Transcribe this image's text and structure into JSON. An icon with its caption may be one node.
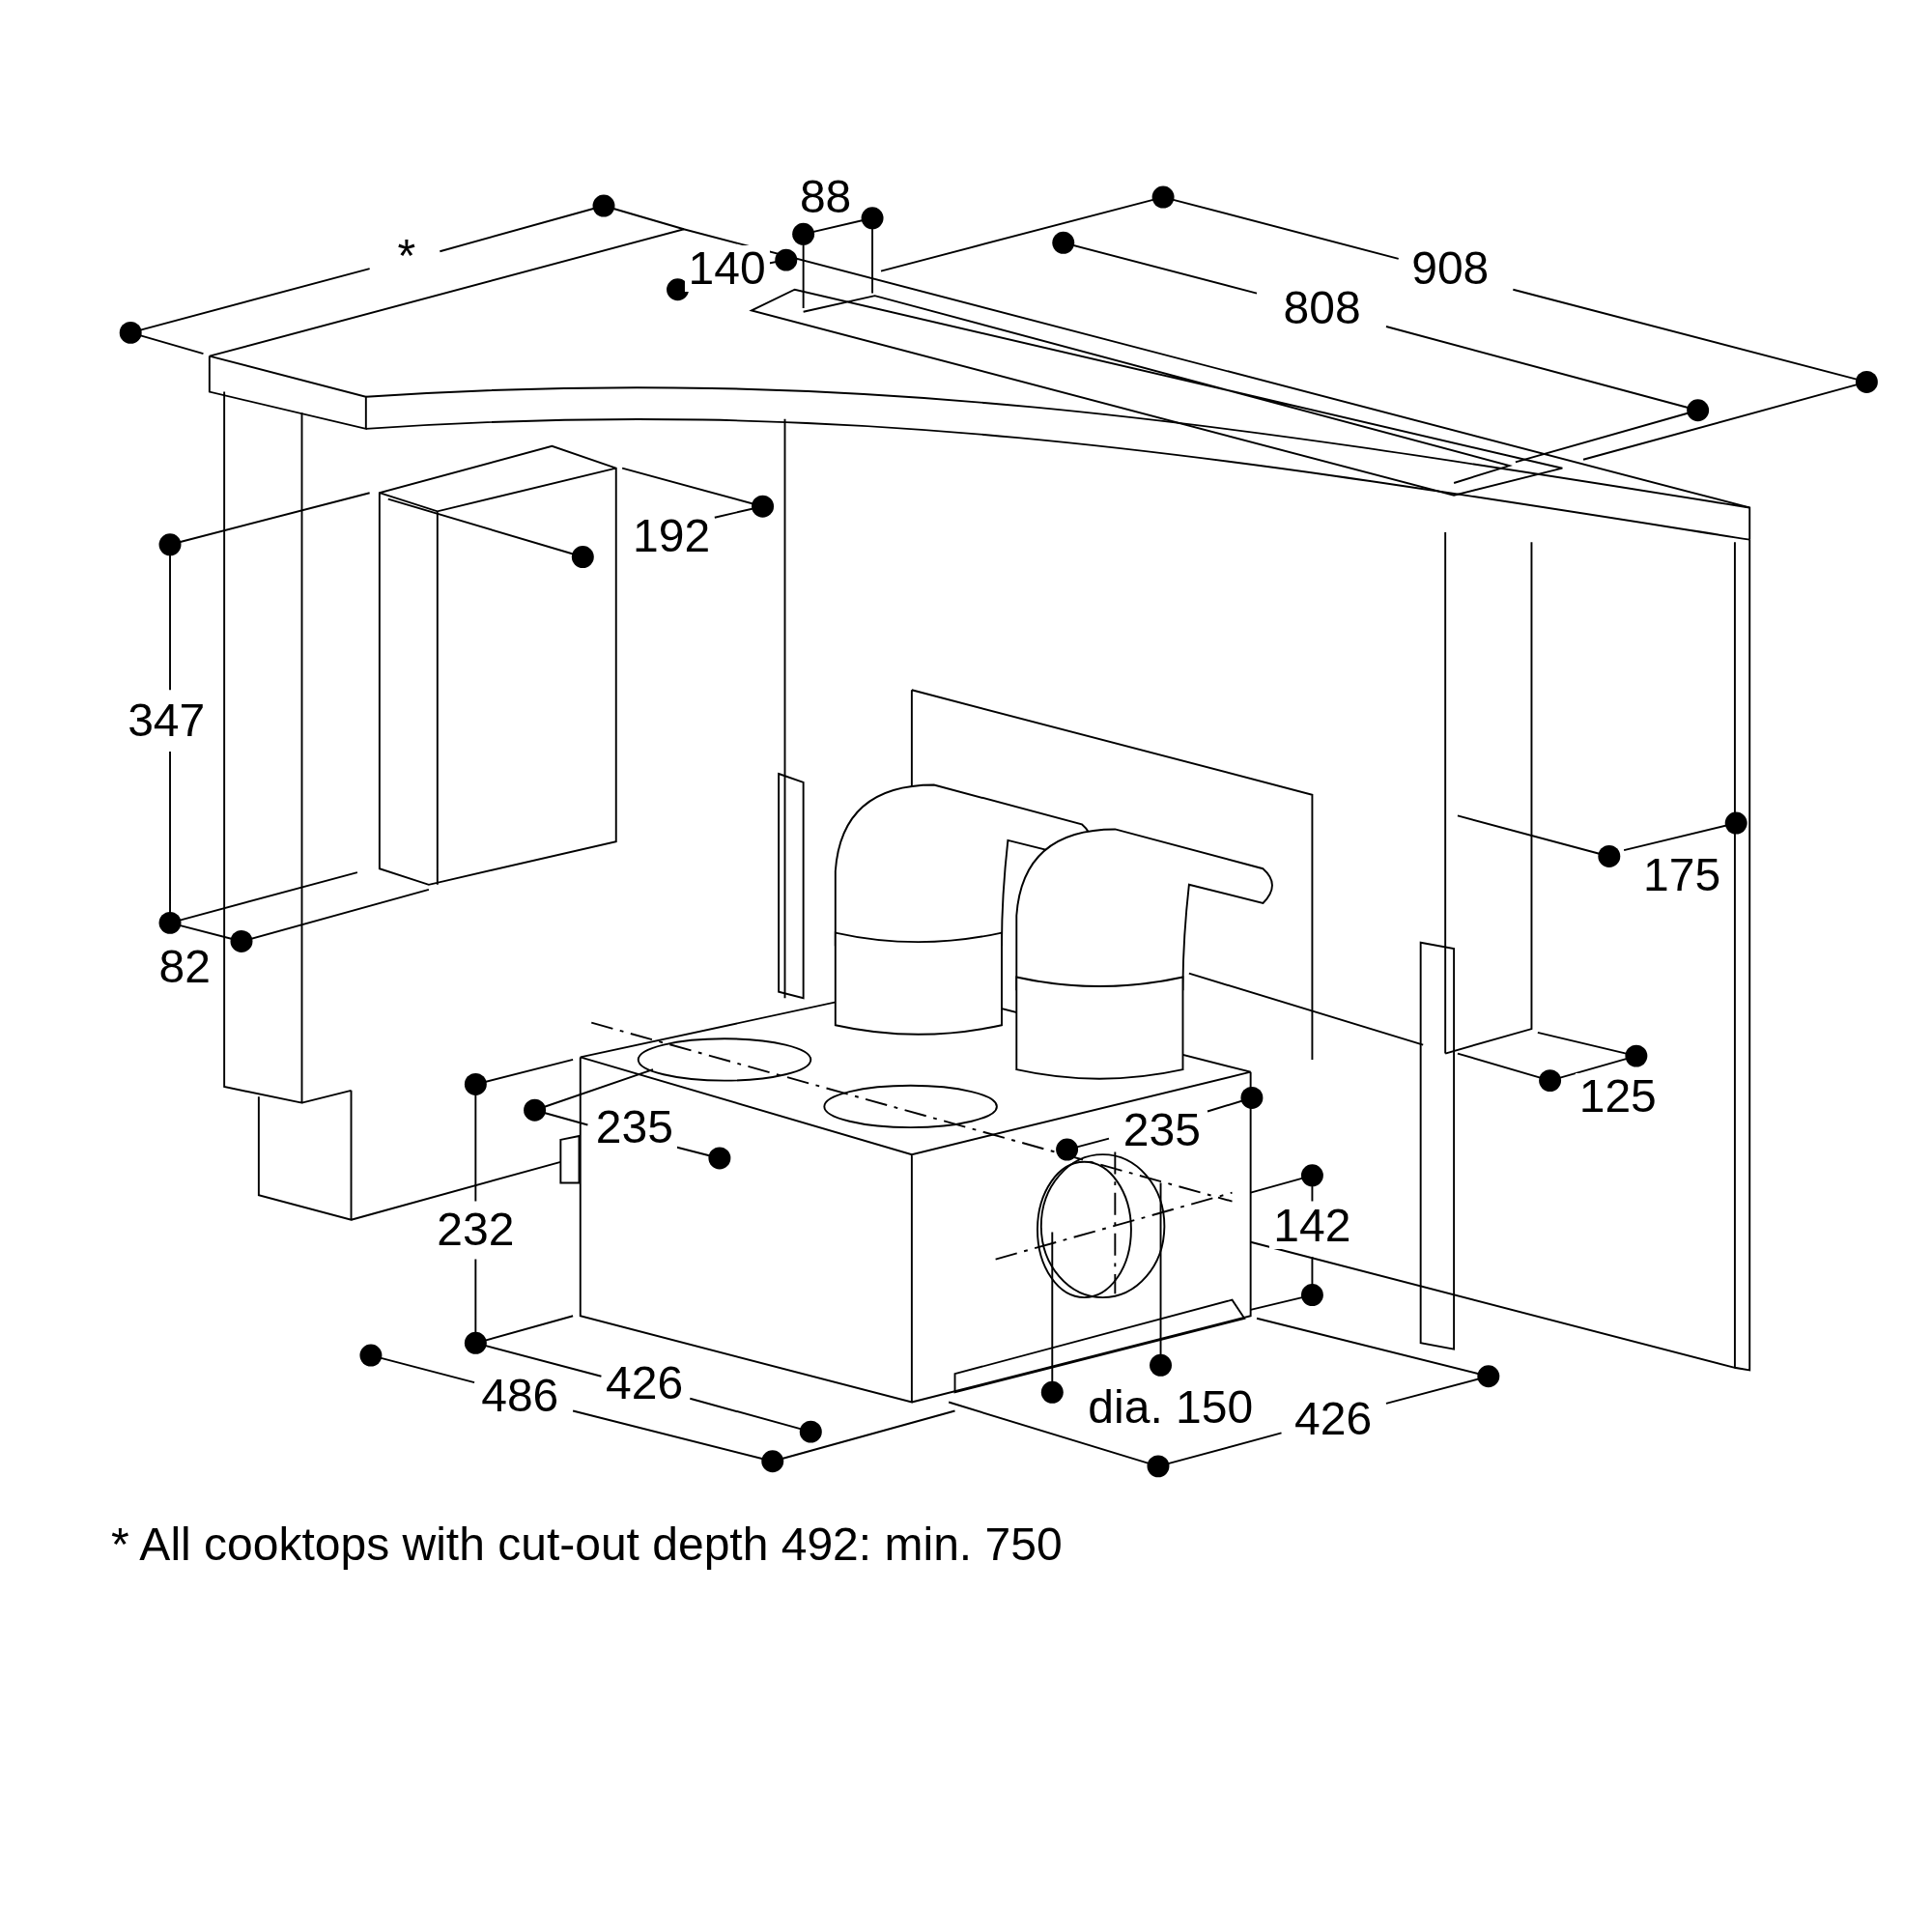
{
  "diagram": {
    "caption": "* All cooktops with cut-out depth 492: min. 750",
    "labels": [
      "*",
      "88",
      "140",
      "908",
      "808",
      "192",
      "347",
      "82",
      "175",
      "125",
      "235",
      "235",
      "232",
      "142",
      "486",
      "426",
      "dia. 150",
      "426"
    ]
  }
}
